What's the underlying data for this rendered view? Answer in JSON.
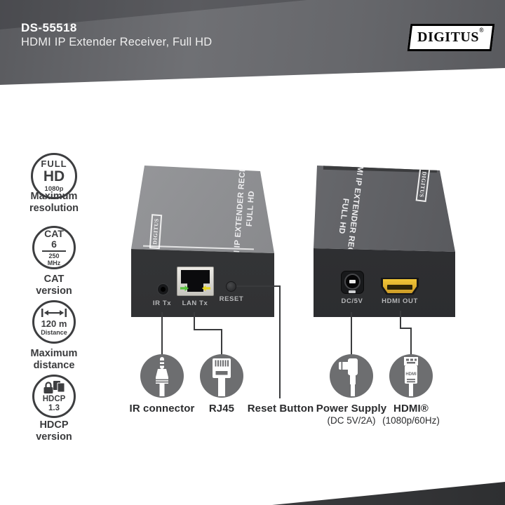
{
  "header": {
    "model": "DS-55518",
    "subtitle": "HDMI IP Extender Receiver, Full HD",
    "brand": "DIGITUS",
    "registered": "®"
  },
  "specs": {
    "fullhd": {
      "l1": "FULL",
      "l2": "HD",
      "l3": "1080p",
      "label": "Maximum\nresolution"
    },
    "cat": {
      "l1": "CAT",
      "l2": "6",
      "l3": "250",
      "l4": "MHz",
      "label": "CAT\nversion"
    },
    "distance": {
      "icon": "double-arrow-icon",
      "l1": "120 m",
      "l2": "Distance",
      "label": "Maximum\ndistance"
    },
    "hdcp": {
      "icon": "lock-documents-icon",
      "l1": "HDCP",
      "l2": "1.3",
      "label": "HDCP\nversion"
    }
  },
  "device": {
    "top_line1": "HDMI IP EXTENDER RECEIVER,",
    "top_line2": "FULL HD",
    "brand": "DIGITUS",
    "front": {
      "ir": "IR Tx",
      "lan": "LAN Tx",
      "reset": "RESET"
    },
    "back": {
      "dc": "DC/5V",
      "hdmi": "HDMI OUT"
    }
  },
  "callouts": {
    "ir": {
      "icon": "audio-jack-icon",
      "label": "IR connector"
    },
    "rj45": {
      "icon": "rj45-plug-icon",
      "label": "RJ45"
    },
    "reset": {
      "label": "Reset Button"
    },
    "power": {
      "icon": "dc-power-plug-icon",
      "label": "Power Supply",
      "sublabel": "(DC 5V/2A)"
    },
    "hdmi": {
      "icon": "hdmi-plug-icon",
      "label": "HDMI®",
      "sublabel": "(1080p/60Hz)",
      "icon_text": "HDMI"
    }
  },
  "colors": {
    "banner": "#5e5f63",
    "ink": "#3d3e40",
    "led_green": "#57c13d",
    "led_yellow": "#e6d51f",
    "hdmi_gold": "#d9a92c",
    "callout_circle": "#6d6e70",
    "device_front": "#323335"
  }
}
